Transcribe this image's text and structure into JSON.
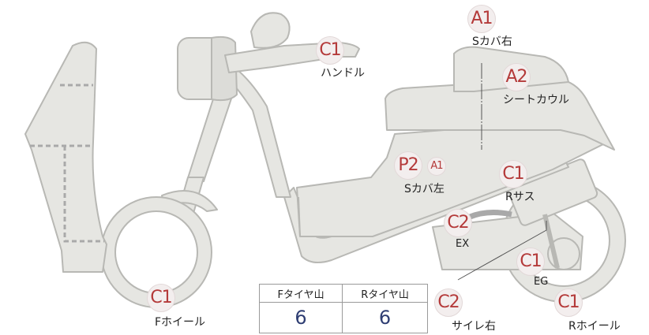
{
  "parts": [
    {
      "id": "front-wheel",
      "code": "C1",
      "label": "Fホイール"
    },
    {
      "id": "handle",
      "code": "C1",
      "label": "ハンドル"
    },
    {
      "id": "s-cover-right",
      "code": "A1",
      "label": "Sカバ右"
    },
    {
      "id": "seat-cowl",
      "code": "A2",
      "label": "シートカウル"
    },
    {
      "id": "s-cover-left",
      "code": "P2",
      "code2": "A1",
      "label": "Sカバ左"
    },
    {
      "id": "rear-suspension",
      "code": "C1",
      "label": "Rサス"
    },
    {
      "id": "exhaust",
      "code": "C2",
      "label": "EX"
    },
    {
      "id": "engine",
      "code": "C1",
      "label": "EG"
    },
    {
      "id": "right-muffler",
      "code": "C2",
      "label": "サイレ右"
    },
    {
      "id": "rear-wheel",
      "code": "C1",
      "label": "Rホイール"
    }
  ],
  "tire_table": {
    "headers": [
      "Fタイヤ山",
      "Rタイヤ山"
    ],
    "values": [
      "6",
      "6"
    ]
  },
  "colors": {
    "body_fill": "#e6e6e2",
    "body_stroke": "#b8b8b4",
    "dash": "#a9a9a9",
    "badge_text": "#b43a3a",
    "value_text": "#2f3e73"
  }
}
